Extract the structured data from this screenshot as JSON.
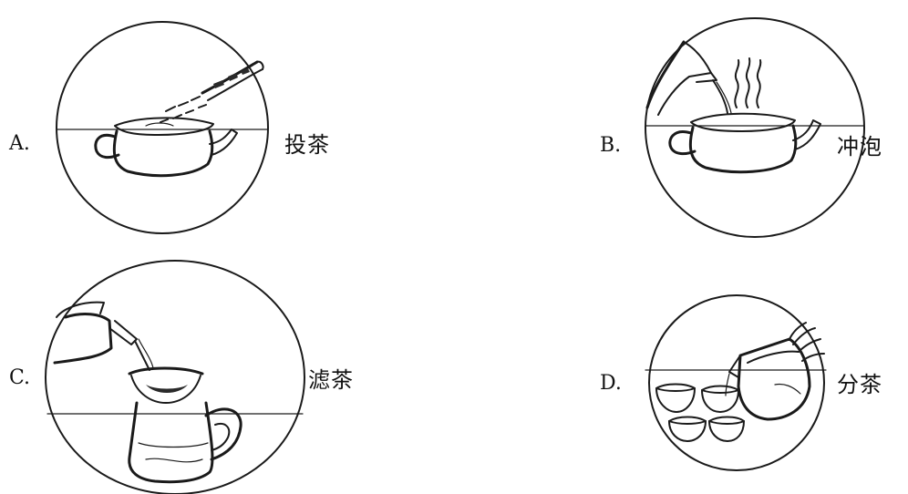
{
  "panels": [
    {
      "letter": "A.",
      "caption": "投茶",
      "illustration": "teapot-with-tea-leaves-being-added"
    },
    {
      "letter": "B.",
      "caption": "冲泡",
      "illustration": "teapot-being-filled-with-hot-water"
    },
    {
      "letter": "C.",
      "caption": "滤茶",
      "illustration": "tea-poured-through-strainer-into-pitcher"
    },
    {
      "letter": "D.",
      "caption": "分茶",
      "illustration": "pitcher-pouring-into-small-cups"
    }
  ]
}
